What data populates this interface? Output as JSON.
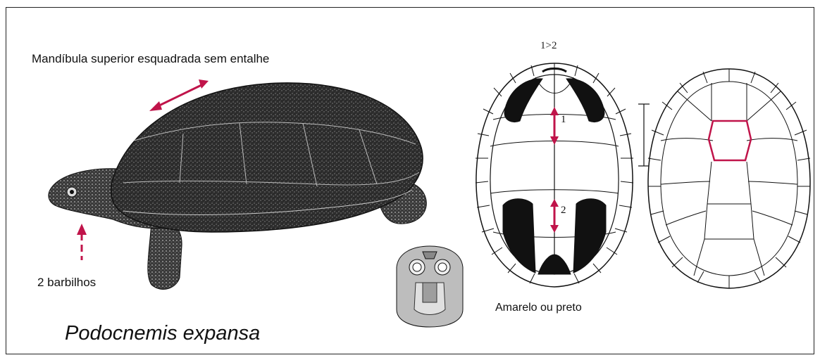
{
  "labels": {
    "jaw": "Mandíbula superior esquadrada sem entalhe",
    "barbels": "2 barbilhos",
    "species": "Podocnemis expansa",
    "plastron_caption": "Amarelo ou preto",
    "ratio": "1>2",
    "mark1": "1",
    "mark2": "2"
  },
  "colors": {
    "accent": "#c0144a",
    "ink": "#111111",
    "shell_dark": "#2a2a2a",
    "head_gray": "#b9b9b9"
  }
}
